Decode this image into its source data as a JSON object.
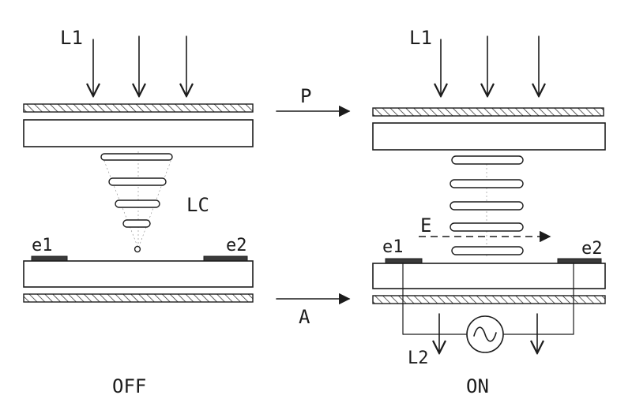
{
  "labels": {
    "light_in_off": "L1",
    "light_in_on": "L1",
    "polarizer": "P",
    "analyzer": "A",
    "liquid_crystal": "LC",
    "field": "E",
    "electrode_1_off": "e1",
    "electrode_2_off": "e2",
    "electrode_1_on": "e1",
    "electrode_2_on": "e2",
    "light_out": "L2",
    "state_off": "OFF",
    "state_on": "ON"
  },
  "colors": {
    "ink": "#1c1c1c",
    "electrode": "#3a3a3a",
    "background": "#ffffff"
  },
  "icons": {
    "ac_source": "ac-source-icon"
  }
}
